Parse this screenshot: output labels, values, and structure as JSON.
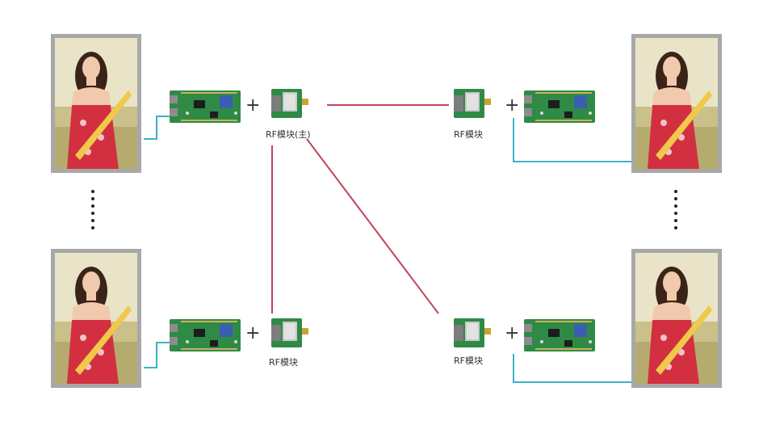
{
  "labels": {
    "master_rf": "RF模块(主)",
    "rf_bottom_left": "RF模块",
    "rf_top_right": "RF模块",
    "rf_bottom_right": "RF模块"
  },
  "plus_sign": "+",
  "colors": {
    "background": "#ffffff",
    "data_cable": "#3fb2c9",
    "wireless_link": "#c0455a",
    "screen_frame": "#9a9a9a",
    "pcb_green": "#2f8a45",
    "antenna": "#c9a33a"
  },
  "icons": {
    "display": "led-display-panel-icon",
    "controller": "control-card-board-icon",
    "rf_module": "rf-module-icon"
  }
}
